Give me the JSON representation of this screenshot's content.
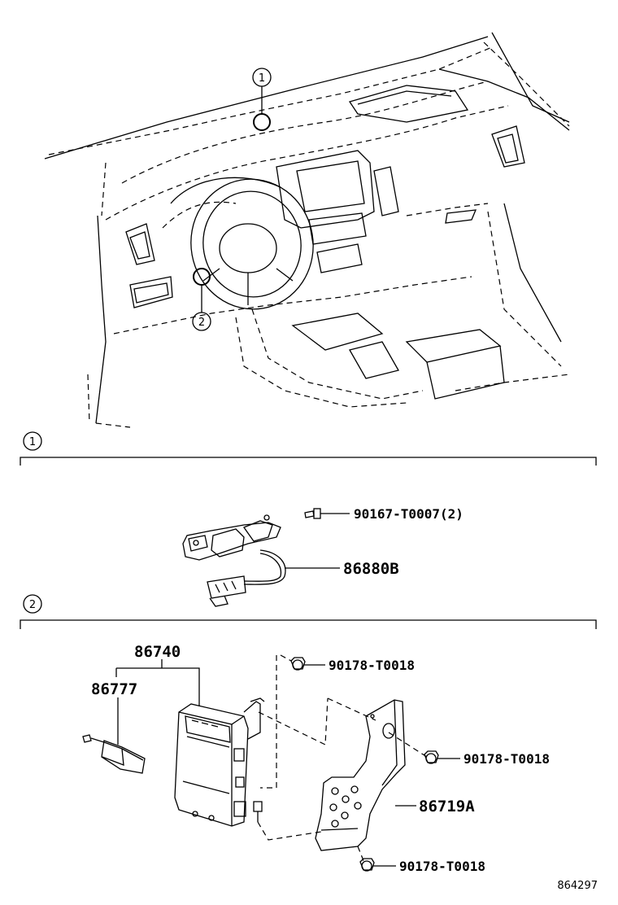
{
  "callouts": {
    "c1": "1",
    "c2": "2"
  },
  "sections": {
    "s1": "1",
    "s2": "2"
  },
  "parts": {
    "screw_top": "90167-T0007(2)",
    "sensor": "86880B",
    "amp": "86740",
    "connector": "86777",
    "nut_a": "90178-T0018",
    "nut_b": "90178-T0018",
    "bracket": "86719A",
    "nut_c": "90178-T0018"
  },
  "figure_code": "864297"
}
